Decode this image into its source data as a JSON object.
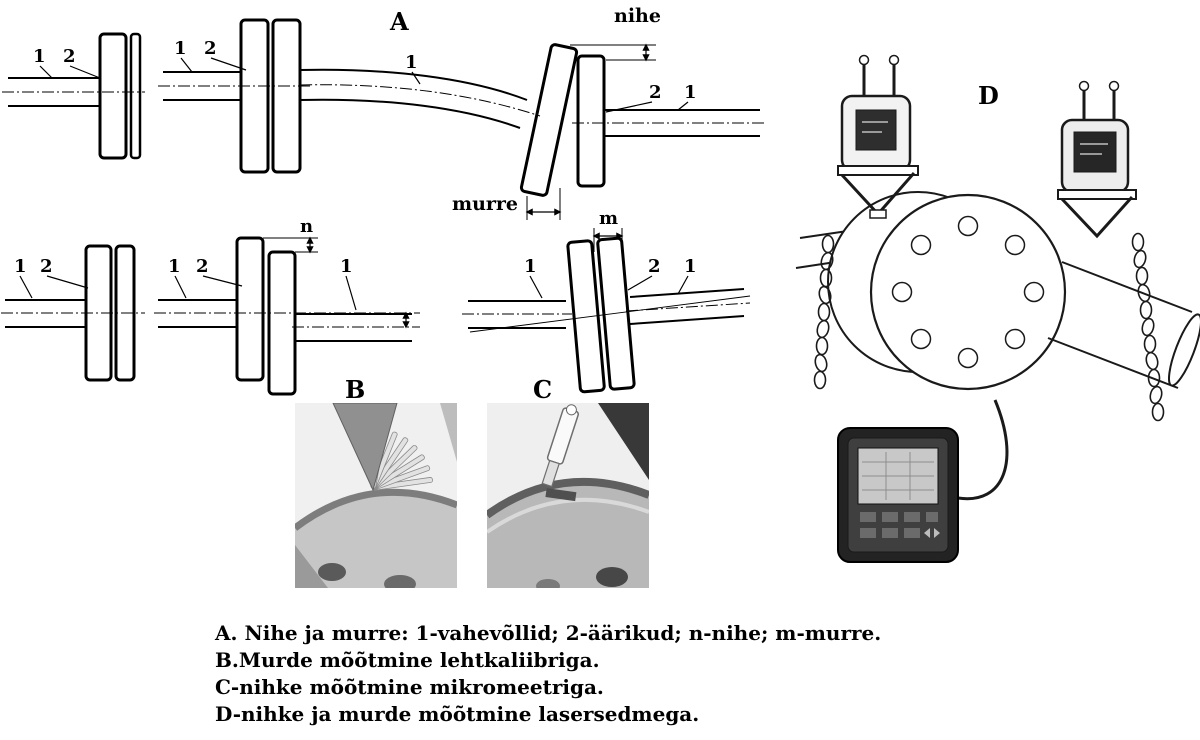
{
  "figure": {
    "sections": {
      "a": "A",
      "b": "B",
      "c": "C",
      "d": "D"
    },
    "labels": {
      "shaft": "1",
      "flange": "2",
      "n": "n",
      "m": "m",
      "nihe": "nihe",
      "murre": "murre"
    },
    "caption": {
      "line_a": "A. Nihe ja murre: 1-vahevõllid; 2-äärikud; n-nihe; m-murre.",
      "line_b": "B.Murde mõõtmine lehtkaliibriga.",
      "line_c": "C-nihke mõõtmine mikromeetriga.",
      "line_d": "D-nihke ja murde mõõtmine lasersedmega."
    },
    "colors": {
      "ink": "#000000",
      "paper": "#ffffff"
    }
  }
}
